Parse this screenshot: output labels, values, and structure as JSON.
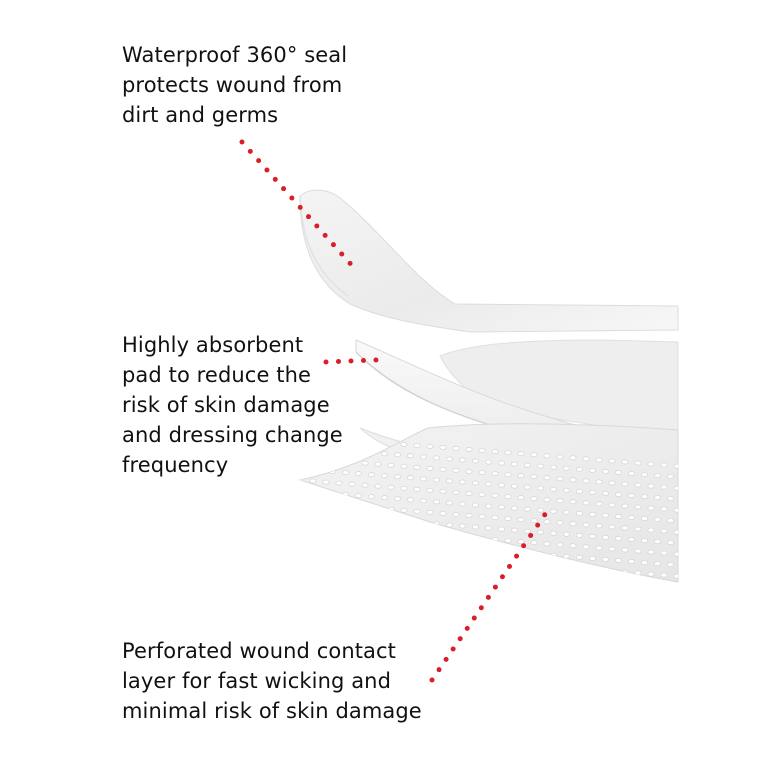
{
  "callouts": {
    "seal": "Waterproof 360° seal\nprotects wound from\ndirt and germs",
    "pad": "Highly absorbent\npad to reduce the\nrisk of skin damage\nand dressing change\nfrequency",
    "contact_layer": "Perforated wound contact\nlayer for fast wicking and\nminimal risk of skin damage"
  },
  "colors": {
    "leader_dots": "#d81e2a",
    "text": "#111111",
    "layer_fill": "#f2f2f2",
    "layer_edge": "#e0e0e0"
  }
}
